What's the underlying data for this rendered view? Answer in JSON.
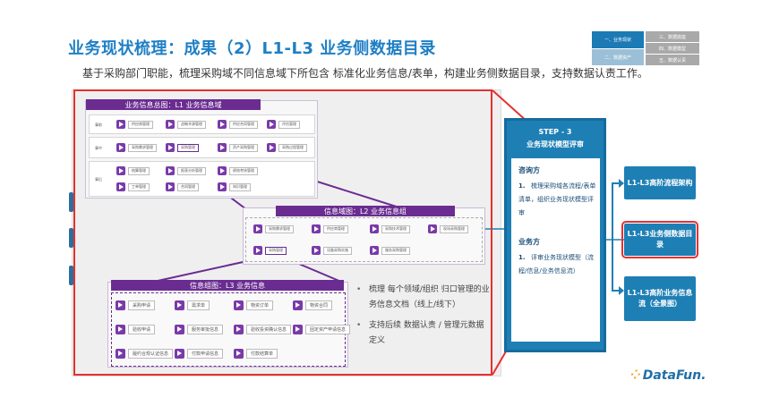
{
  "title": "业务现状梳理：成果（2）L1-L3 业务侧数据目录",
  "subtitle": "基于采购部门职能，梳理采购域不同信息域下所包含 标准化业务信息/表单，构建业务侧数据目录，支持数据认责工作。",
  "nav": {
    "a": "一、业务现状",
    "b": "二、数据资产",
    "c": "三、数据底座",
    "d": "四、数据模型",
    "e": "五、数据认责"
  },
  "l1": {
    "header": "业务信息总图：L1 业务信息域",
    "rows": [
      {
        "label": "事前",
        "items": [
          "供应商管理",
          "战略寻源管理",
          "供应合同管理",
          "评估管理"
        ]
      },
      {
        "label": "事中",
        "items": [
          "采购需求管理",
          "采购管理",
          "资产采购管理",
          "采购过程管理"
        ]
      },
      {
        "label": "事后",
        "items": [
          "结算管理",
          "报表分析管理",
          "绩效考核管理",
          "工单管理",
          "合同管理",
          "知识管理"
        ]
      }
    ]
  },
  "l2": {
    "header": "信息域图：L2 业务信息组",
    "items": [
      "采购需求管理",
      "供应商管理",
      "采购技术管理",
      "现场采购管理",
      "采购管理",
      "设备采购实施",
      "服务采购管理"
    ]
  },
  "l3": {
    "header": "信息组图：L3 业务信息",
    "items": [
      "采购申请",
      "需求单",
      "物资订单",
      "物资合同",
      "验收申请",
      "服务审批信息",
      "验收投资确认信息",
      "固定资产申请信息",
      "履约合规认证信息",
      "付款申请信息",
      "付款结算单"
    ]
  },
  "bullets": [
    "梳理 每个领域/组织 归口管理的业务信息文档（线上/线下）",
    "支持后续 数据认责 / 管理元数据定义"
  ],
  "step": {
    "head1": "STEP - 3",
    "head2": "业务现状模型评审",
    "sec1": "咨询方",
    "sec1_num": "1.",
    "sec1_text": "梳理采购域各流程/表单清单，组织业务现状模型评审",
    "sec2": "业务方",
    "sec2_num": "1.",
    "sec2_text": "评审业务现状模型（流程/信息/业务信息流）"
  },
  "outputs": {
    "o1": "L1-L3高阶流程架构",
    "o2": "L1-L3业务侧数据目录",
    "o3": "L1-L3高阶业务信息流（全景图）"
  },
  "logo": "DataFun.",
  "colors": {
    "brand_blue": "#1e7fb5",
    "purple": "#6a2c91",
    "red": "#e63030",
    "title_blue": "#1e7fc5"
  }
}
